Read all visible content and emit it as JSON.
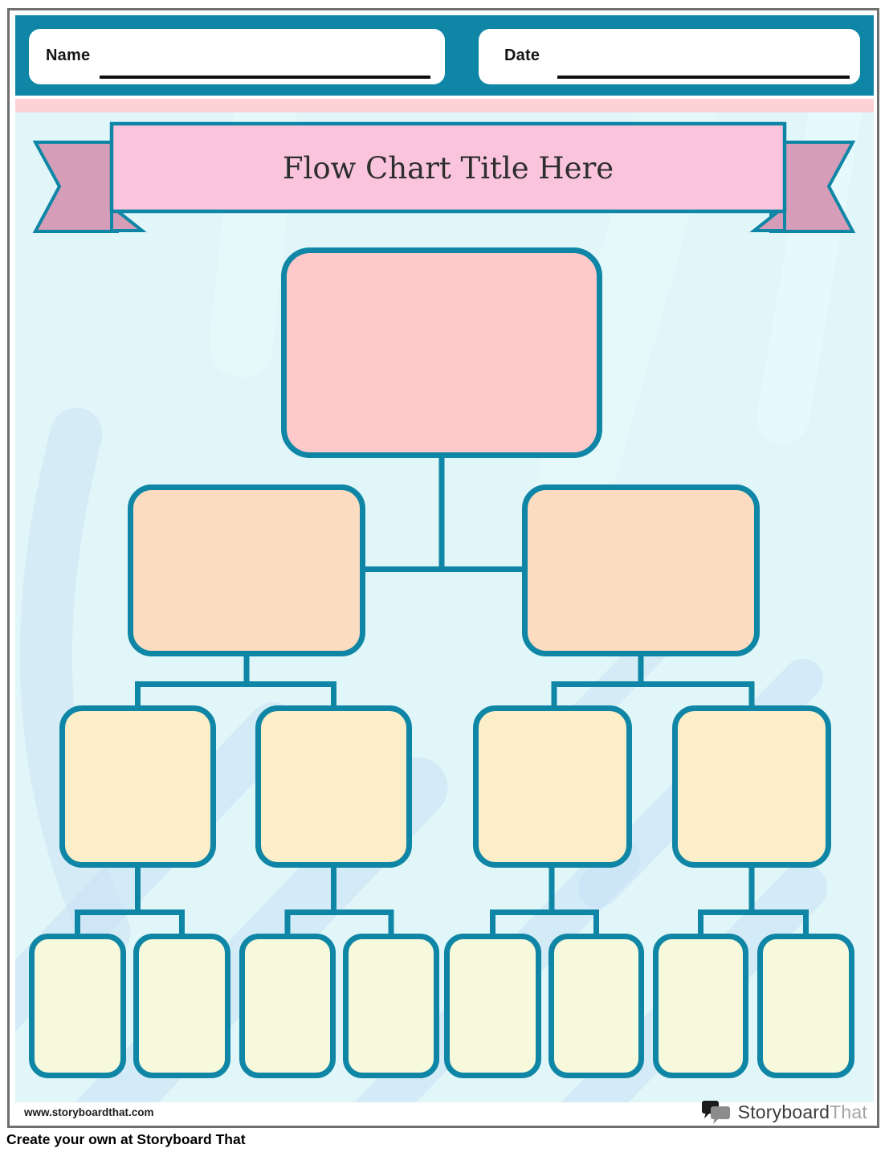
{
  "header": {
    "name_label": "Name",
    "date_label": "Date"
  },
  "banner": {
    "title": "Flow Chart Title Here"
  },
  "footer": {
    "url": "www.storyboardthat.com",
    "logo_primary": "Storyboard",
    "logo_secondary": "That"
  },
  "page": {
    "tagline": "Create your own at Storyboard That"
  },
  "colors": {
    "teal": "#0f86a5",
    "frame_gray": "#6f6f6f",
    "pink_strip": "#fcd2d5",
    "banner_fill": "#fac5dc",
    "ribbon_fill": "#d69db8",
    "level1_fill": "#ffc9c9",
    "level2_fill": "#fcdcc0",
    "level3_fill": "#fbeec9",
    "level4_fill": "#f6f9db",
    "bg": "#e1f6f9",
    "stripe": "#c9e2f6",
    "streak_light": "#eafbfd",
    "logo_dark": "#3b3b3b",
    "logo_gray": "#a5a5a5"
  },
  "flowchart": {
    "type": "hierarchy-template",
    "levels": [
      {
        "level": 1,
        "node_count": 1,
        "fill": "#ffc9c9",
        "label": ""
      },
      {
        "level": 2,
        "node_count": 2,
        "fill": "#fcdcc0",
        "label": ""
      },
      {
        "level": 3,
        "node_count": 4,
        "fill": "#fbeec9",
        "label": ""
      },
      {
        "level": 4,
        "node_count": 8,
        "fill": "#f6f9db",
        "label": ""
      }
    ],
    "nodes": [
      {
        "id": "L1",
        "level": 1,
        "parent": null,
        "text": ""
      },
      {
        "id": "L2-1",
        "level": 2,
        "parent": "L1",
        "text": ""
      },
      {
        "id": "L2-2",
        "level": 2,
        "parent": "L1",
        "text": ""
      },
      {
        "id": "L3-1",
        "level": 3,
        "parent": "L2-1",
        "text": ""
      },
      {
        "id": "L3-2",
        "level": 3,
        "parent": "L2-1",
        "text": ""
      },
      {
        "id": "L3-3",
        "level": 3,
        "parent": "L2-2",
        "text": ""
      },
      {
        "id": "L3-4",
        "level": 3,
        "parent": "L2-2",
        "text": ""
      },
      {
        "id": "L4-1",
        "level": 4,
        "parent": "L3-1",
        "text": ""
      },
      {
        "id": "L4-2",
        "level": 4,
        "parent": "L3-1",
        "text": ""
      },
      {
        "id": "L4-3",
        "level": 4,
        "parent": "L3-2",
        "text": ""
      },
      {
        "id": "L4-4",
        "level": 4,
        "parent": "L3-2",
        "text": ""
      },
      {
        "id": "L4-5",
        "level": 4,
        "parent": "L3-3",
        "text": ""
      },
      {
        "id": "L4-6",
        "level": 4,
        "parent": "L3-3",
        "text": ""
      },
      {
        "id": "L4-7",
        "level": 4,
        "parent": "L3-4",
        "text": ""
      },
      {
        "id": "L4-8",
        "level": 4,
        "parent": "L3-4",
        "text": ""
      }
    ]
  }
}
